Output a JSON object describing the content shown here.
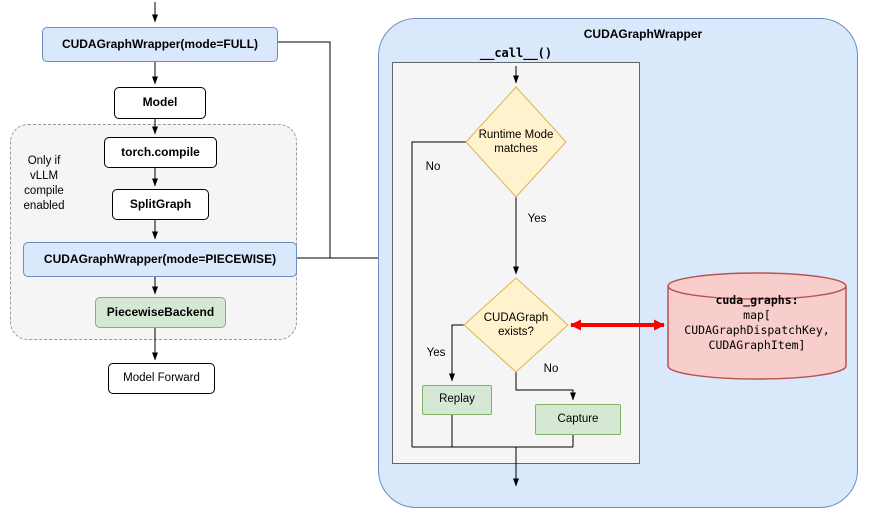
{
  "left_flow": {
    "full_wrapper_label": "CUDAGraphWrapper(mode=FULL)",
    "model_label": "Model",
    "compile_note": "Only if\nvLLM\ncompile\nenabled",
    "torch_compile_label": "torch.compile",
    "split_graph_label": "SplitGraph",
    "piecewise_wrapper_label": "CUDAGraphWrapper(mode=PIECEWISE)",
    "piecewise_backend_label": "PiecewiseBackend",
    "model_forward_label": "Model Forward"
  },
  "wrapper_panel": {
    "title": "CUDAGraphWrapper",
    "call_label": "__call__()",
    "runtime_diamond_label": "Runtime Mode\nmatches",
    "exists_diamond_label": "CUDAGraph\nexists?",
    "no_label_runtime": "No",
    "yes_label_runtime": "Yes",
    "yes_label_exists": "Yes",
    "no_label_exists": "No",
    "replay_label": "Replay",
    "capture_label": "Capture"
  },
  "store": {
    "title": "cuda_graphs:",
    "lines": [
      "map[",
      "CUDAGraphDispatchKey,",
      "CUDAGraphItem]"
    ]
  },
  "colors": {
    "blue_fill": "#dae8fc",
    "blue_stroke": "#6c8ebf",
    "green_fill": "#d5e8d4",
    "green_stroke": "#82b366",
    "yellow_fill": "#fff2cc",
    "yellow_stroke": "#d6b656",
    "pink_fill": "#f8cecc",
    "pink_stroke": "#b85450",
    "panel_gray": "#f5f5f5",
    "red_arrow": "#ff0000"
  }
}
